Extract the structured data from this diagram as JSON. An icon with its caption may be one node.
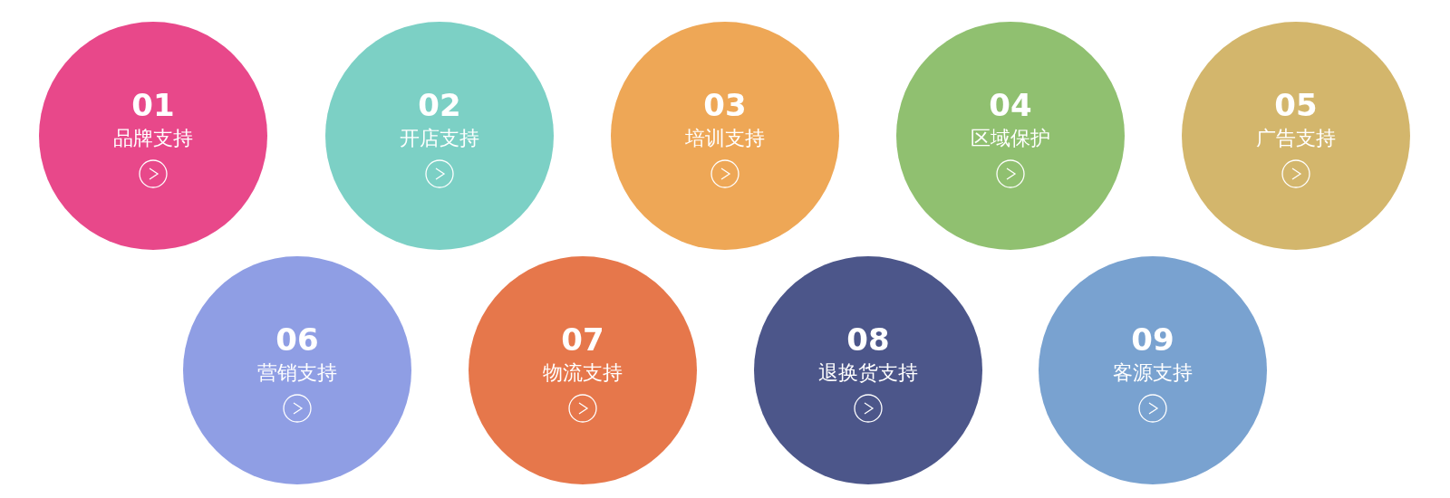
{
  "diagram": {
    "nodes": [
      {
        "text": [
          "01",
          "品牌支持"
        ]
      },
      {
        "text": [
          "02",
          "开店支持"
        ]
      },
      {
        "text": [
          "03",
          "培训支持"
        ]
      },
      {
        "text": [
          "04",
          "区域保护"
        ]
      },
      {
        "text": [
          "05",
          "广告支持"
        ]
      },
      {
        "text": [
          "06",
          "营销支持"
        ]
      },
      {
        "text": [
          "07",
          "物流支持"
        ]
      },
      {
        "text": [
          "08",
          "退换货支持"
        ]
      },
      {
        "text": [
          "09",
          "客源支持"
        ]
      }
    ]
  }
}
